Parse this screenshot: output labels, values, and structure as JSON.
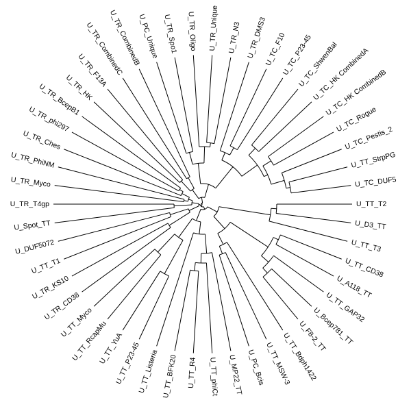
{
  "tree": {
    "leaves_clockwise_from_east": [
      "U_TT_T2",
      "U_D3_TT",
      "U_TT_T3",
      "U_TT_CD38",
      "U_A118_TT",
      "U_TT_GAP32",
      "U_Bcep781_TT",
      "U_F8-2_TT",
      "U_TT_Bdph1422",
      "U_TT_MSW-3",
      "U_PC_Bcis",
      "U_MP22_TT",
      "U_TT_phiCt",
      "U_TT_R4",
      "U_TT_BFK20",
      "U_TT_Listeria",
      "U_TT_P23-45",
      "U_TT_YuA",
      "U_TT_RcapMu",
      "U_TT_Myco",
      "U_TR_CD38",
      "U_TR_KS10",
      "U_TT_T1",
      "U_DUF5072",
      "U_Spot_TT",
      "U_TR_T4gp",
      "U_TR_Myco",
      "U_TR_PhiNM",
      "U_TR_Ches",
      "U_TR_phi297",
      "U_TR_BcepB1",
      "U_TR_HK",
      "U_TR_F13A",
      "U_TR_CombinedC",
      "U_TR_CombinedB",
      "U_PC_Unique",
      "U_TR_Spo1",
      "U_TR_Oligo",
      "U_TR_Unique",
      "U_TR_N3",
      "U_TR_DMS3",
      "U_TC_F10",
      "U_TC_P23-45",
      "U_TC_ShwenBal",
      "U_TC_HK CombinedA",
      "U_TC_HK CombinedB",
      "U_TC_Rogue",
      "U_TC_Pestis_2",
      "U_TT_StrpPG",
      "U_TC_DUF5"
    ]
  }
}
